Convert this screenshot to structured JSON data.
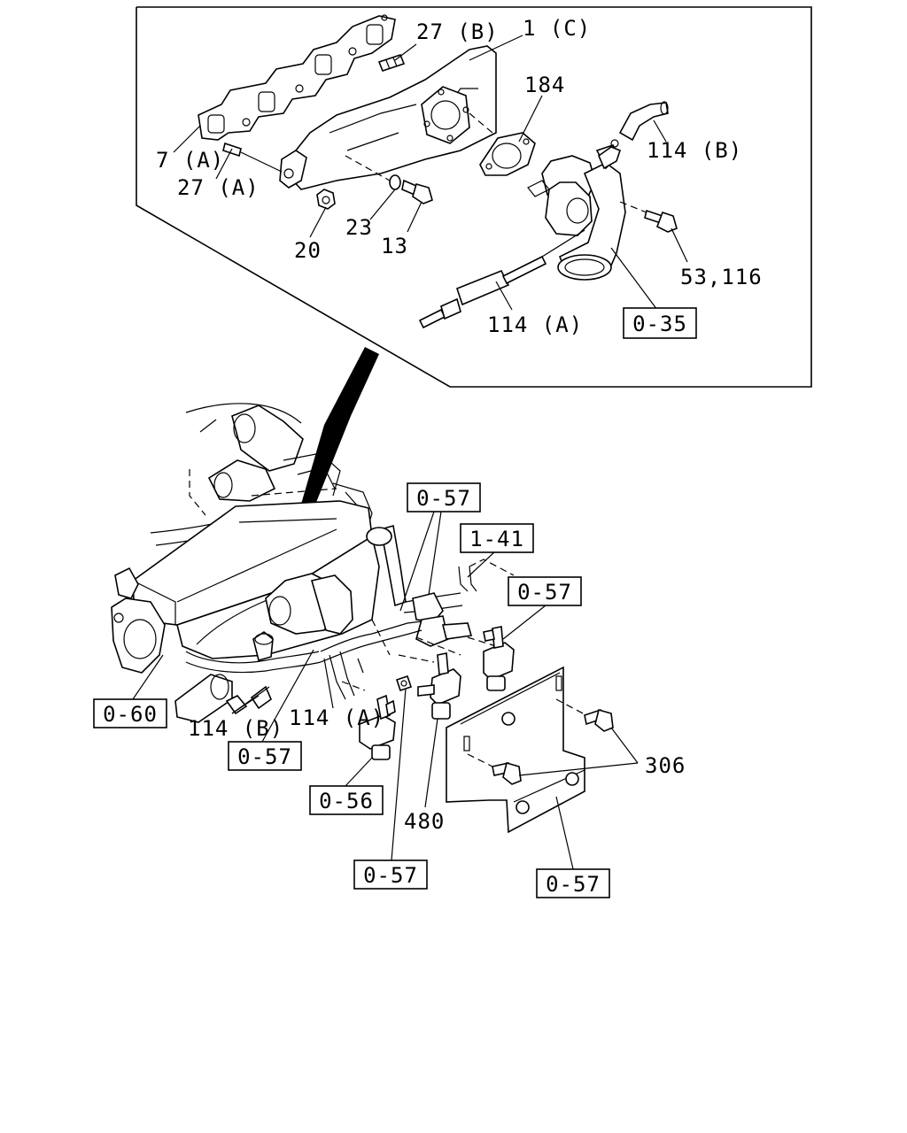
{
  "callouts": {
    "c_7a": "7 (A)",
    "c_27b": "27 (B)",
    "c_27a": "27 (A)",
    "c_1c": "1 (C)",
    "c_184": "184",
    "c_114b_top": "114 (B)",
    "c_20": "20",
    "c_23": "23",
    "c_13": "13",
    "c_53116": "53,116",
    "c_114a_top": "114 (A)",
    "c_114b_bottom": "114 (B)",
    "c_114a_bottom": "114 (A)",
    "c_306": "306",
    "c_480": "480"
  },
  "refs": {
    "r_035": "0-35",
    "r_057_a": "0-57",
    "r_141": "1-41",
    "r_057_b": "0-57",
    "r_060": "0-60",
    "r_057_c": "0-57",
    "r_056": "0-56",
    "r_057_d": "0-57",
    "r_057_e": "0-57"
  }
}
